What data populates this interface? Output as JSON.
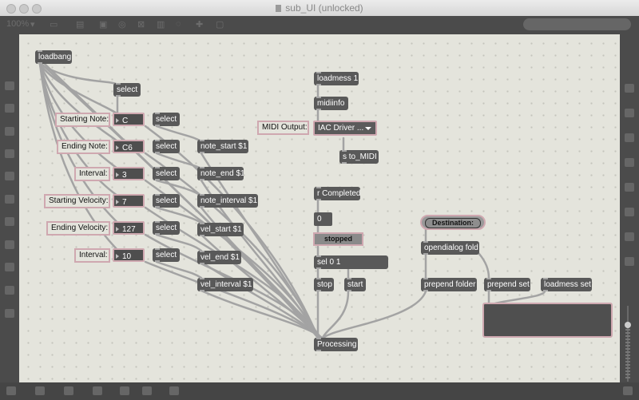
{
  "window": {
    "title": "sub_UI (unlocked)"
  },
  "toolbar": {
    "zoom": "100%"
  },
  "objects": {
    "loadbang": "loadbang",
    "select_top": "select",
    "select_1": "select",
    "select_2": "select",
    "select_3": "select",
    "select_4": "select",
    "select_5": "select",
    "select_6": "select",
    "note_start": "note_start $1",
    "note_end": "note_end $1",
    "note_interval": "note_interval $1",
    "vel_start": "vel_start $1",
    "vel_end": "vel_end $1",
    "vel_interval": "vel_interval $1",
    "loadmess_1": "loadmess 1",
    "midiinfo": "midiinfo",
    "s_to_midi": "s to_MIDI",
    "r_completed": "r Completed",
    "sel": "sel 0 1",
    "stop": "stop",
    "start": "start",
    "processing": "Processing",
    "opendialog": "opendialog fold",
    "prepend_folder": "prepend folder",
    "prepend_set": "prepend set",
    "loadmess_set": "loadmess set"
  },
  "comments": {
    "starting_note": "Starting Note:",
    "ending_note": "Ending Note:",
    "interval_note": "Interval:",
    "starting_velocity": "Starting Velocity:",
    "ending_velocity": "Ending Velocity:",
    "interval_velocity": "Interval:",
    "midi_output": "MIDI Output:"
  },
  "numboxes": {
    "starting_note": "C",
    "ending_note": "C6",
    "interval_note": "3",
    "starting_velocity": "7",
    "ending_velocity": "127",
    "interval_velocity": "10",
    "completed": "0"
  },
  "midi_menu": {
    "value": "IAC Driver ..."
  },
  "toggle": {
    "label": "stopped"
  },
  "destination_button": {
    "label": "Destination:"
  },
  "colors": {
    "canvas": "#e4e4dc",
    "object": "#595959",
    "cord": "#a3a3a3",
    "highlight": "#cfa8b0"
  }
}
